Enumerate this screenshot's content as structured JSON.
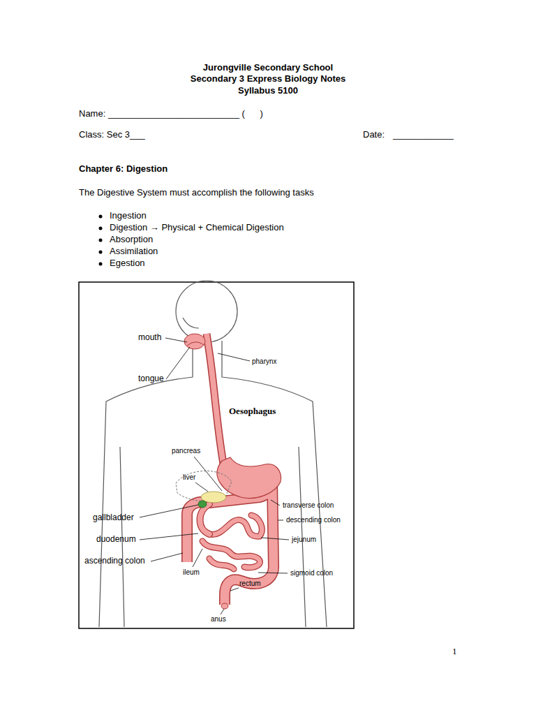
{
  "diagram": {
    "title": "Chapter 6: Digestion",
    "labels": [
      "Jurongville Secondary School",
      "Secondary 3 Express Biology Notes",
      "Syllabus 5100",
      "Name: __________________________ (      )",
      "Class: Sec 3___",
      "Date:",
      "____________",
      "The Digestive System must accomplish the following tasks",
      "Ingestion",
      "Digestion → Physical + Chemical Digestion",
      "Absorption",
      "Assimilation",
      "Egestion",
      "mouth",
      "pharynx",
      "tongue",
      "Oesophagus",
      "pancreas",
      "liver",
      "gallbladder",
      "transverse colon",
      "descending colon",
      "duodenum",
      "jejunum",
      "ascending colon",
      "ileum",
      "sigmoid colon",
      "rectum",
      "anus",
      "1"
    ]
  }
}
